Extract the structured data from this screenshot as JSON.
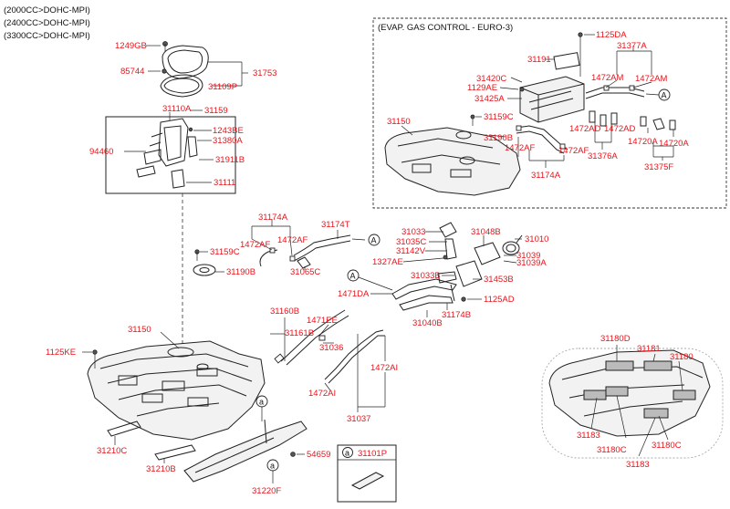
{
  "header": {
    "lines": [
      "(2000CC>DOHC-MPI)",
      "(2400CC>DOHC-MPI)",
      "(3300CC>DOHC-MPI)"
    ]
  },
  "evap": {
    "title": "(EVAP. GAS CONTROL - EURO-3)"
  },
  "markers": {
    "a": "a",
    "A": "A"
  },
  "labels": {
    "p1249GB": "1249GB",
    "p85744": "85744",
    "p31753": "31753",
    "p31109P": "31109P",
    "p31110A": "31110A",
    "p31159a": "31159",
    "p1243BE": "1243BE",
    "p31380A": "31380A",
    "p94460": "94460",
    "p31911B": "31911B",
    "p31111": "31111",
    "p31174A": "31174A",
    "p31174T": "31174T",
    "p1472AFl": "1472AF",
    "p1472AFr": "1472AF",
    "p31159C": "31159C",
    "p31065C": "31065C",
    "p31190B": "31190B",
    "p31033": "31033",
    "p31035C": "31035C",
    "p31142V": "31142V",
    "p1327AE": "1327AE",
    "p31048B": "31048B",
    "p31010": "31010",
    "p31039": "31039",
    "p31039A": "31039A",
    "p31033B": "31033B",
    "p31453B": "31453B",
    "p1471DA": "1471DA",
    "p1125AD": "1125AD",
    "p31040B": "31040B",
    "p31174B": "31174B",
    "p31160B": "31160B",
    "p1471EE": "1471EE",
    "p31161B": "31161B",
    "p31036": "31036",
    "p1472AIr": "1472AI",
    "p1472AIl": "1472AI",
    "p31037": "31037",
    "p31150": "31150",
    "p1125KE": "1125KE",
    "p31210C": "31210C",
    "p31210B": "31210B",
    "p54659": "54659",
    "p31220F": "31220F",
    "p31101P": "31101P",
    "e1125DA": "1125DA",
    "e31191": "31191",
    "e31377A": "31377A",
    "e31420C": "31420C",
    "e1472AMl": "1472AM",
    "e1472AMr": "1472AM",
    "e1129AE": "1129AE",
    "e31425A": "31425A",
    "e31150": "31150",
    "e31159C": "31159C",
    "e1472ADl": "1472AD",
    "e1472ADr": "1472AD",
    "e31190B": "31190B",
    "e1472AFl": "1472AF",
    "e1472AFr": "1472AF",
    "e31376A": "31376A",
    "e1472OA": "14720A",
    "e1472OAr": "14720A",
    "e31375F": "31375F",
    "e31174A": "31174A",
    "r31180D": "31180D",
    "r31181": "31181",
    "r31180": "31180",
    "r31183l": "31183",
    "r31180Cl": "31180C",
    "r31180Cr": "31180C",
    "r31183b": "31183"
  }
}
